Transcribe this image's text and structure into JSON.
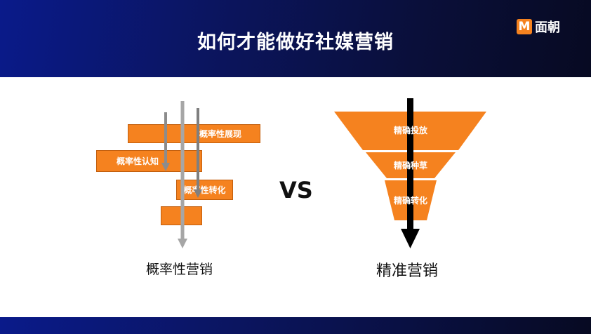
{
  "header": {
    "title": "如何才能做好社媒营销"
  },
  "logo": {
    "mark": "M",
    "text": "面朝"
  },
  "left": {
    "bars": [
      "概率性展现",
      "概率性认知",
      "概率性转化",
      ""
    ],
    "caption": "概率性营销"
  },
  "vs": "VS",
  "right": {
    "funnel": [
      "精确投放",
      "精确种草",
      "精确转化"
    ],
    "caption": "精准营销"
  },
  "colors": {
    "accent": "#f5821f",
    "header": "#0b1560",
    "arrow_gray": "#a6a6a6",
    "arrow_black": "#000000"
  }
}
